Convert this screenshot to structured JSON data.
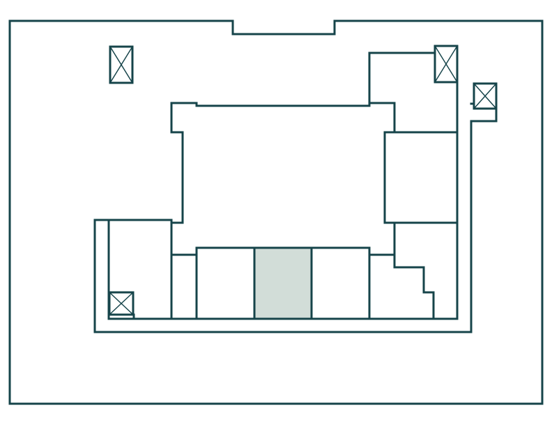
{
  "colors": {
    "wall": "#16444a",
    "highlight": "#d2ddd8",
    "background": "#ffffff"
  },
  "plan": {
    "selected_unit": "unit-4",
    "units": [
      "unit-1",
      "unit-2",
      "unit-3",
      "unit-4",
      "unit-5",
      "unit-6",
      "unit-7",
      "unit-8"
    ],
    "icons": [
      "shaft-icon",
      "shaft-icon",
      "shaft-icon",
      "shaft-icon"
    ]
  }
}
